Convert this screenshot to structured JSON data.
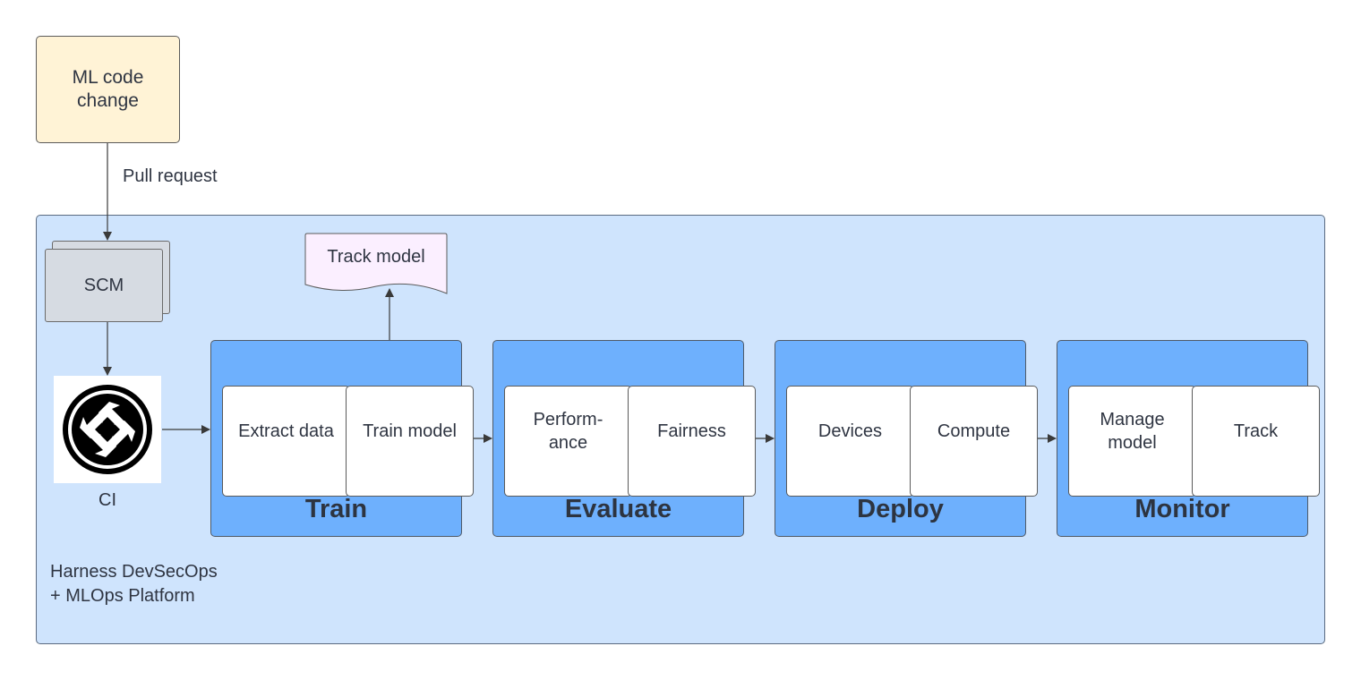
{
  "code_change": {
    "label": "ML code change"
  },
  "pull_request": {
    "label": "Pull request"
  },
  "platform": {
    "label": "Harness DevSecOps + MLOps Platform"
  },
  "scm": {
    "label": "SCM"
  },
  "ci": {
    "label": "CI",
    "icon": "ci-cycle-icon"
  },
  "track_model_doc": {
    "label": "Track model"
  },
  "stages": [
    {
      "title": "Train",
      "items": [
        "Extract data",
        "Train model"
      ]
    },
    {
      "title": "Evaluate",
      "items": [
        "Perform-ance",
        "Fairness"
      ]
    },
    {
      "title": "Deploy",
      "items": [
        "Devices",
        "Compute"
      ]
    },
    {
      "title": "Monitor",
      "items": [
        "Manage model",
        "Track"
      ]
    }
  ],
  "colors": {
    "code_change_fill": "#fff3d6",
    "platform_fill": "#cfe4fd",
    "stage_fill": "#6eb0fd",
    "scm_fill": "#d6dbe2",
    "track_doc_fill": "#fbefff"
  }
}
